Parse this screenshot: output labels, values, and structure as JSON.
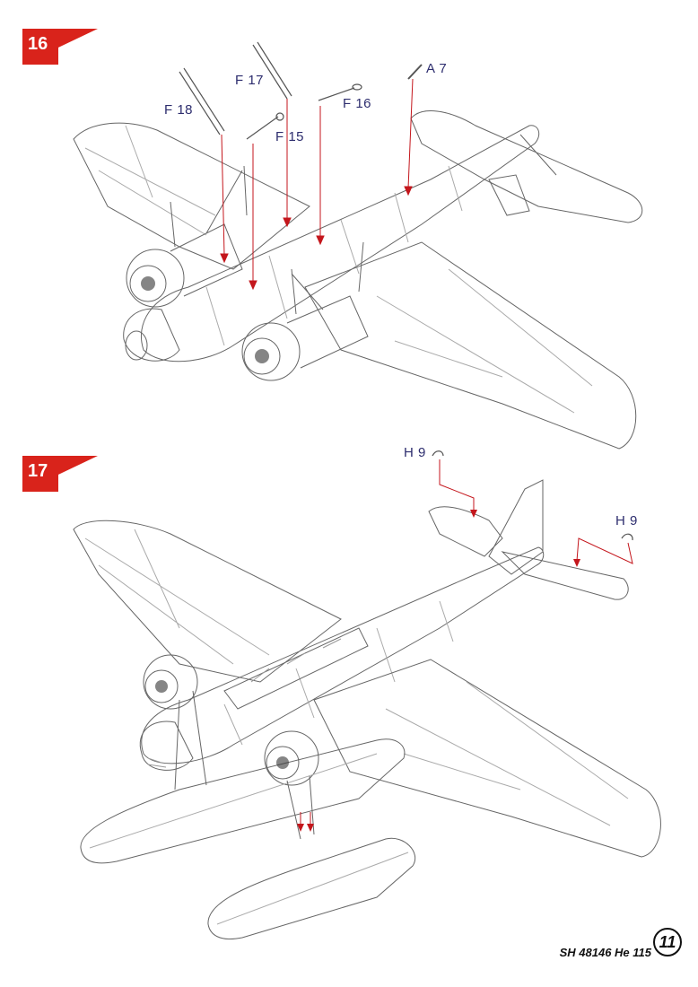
{
  "steps": [
    {
      "number": "16"
    },
    {
      "number": "17"
    }
  ],
  "parts_step16": {
    "f18": "F 18",
    "f17": "F 17",
    "f15": "F 15",
    "f16": "F 16",
    "a7": "A 7"
  },
  "parts_step17": {
    "h9_left": "H 9",
    "h9_right": "H 9"
  },
  "footer": {
    "code": "SH 48146 He 115",
    "page": "11"
  },
  "colors": {
    "step_tag": "#d9231b",
    "arrow": "#c4161c",
    "label": "#2d2d6e",
    "line": "#555555"
  }
}
